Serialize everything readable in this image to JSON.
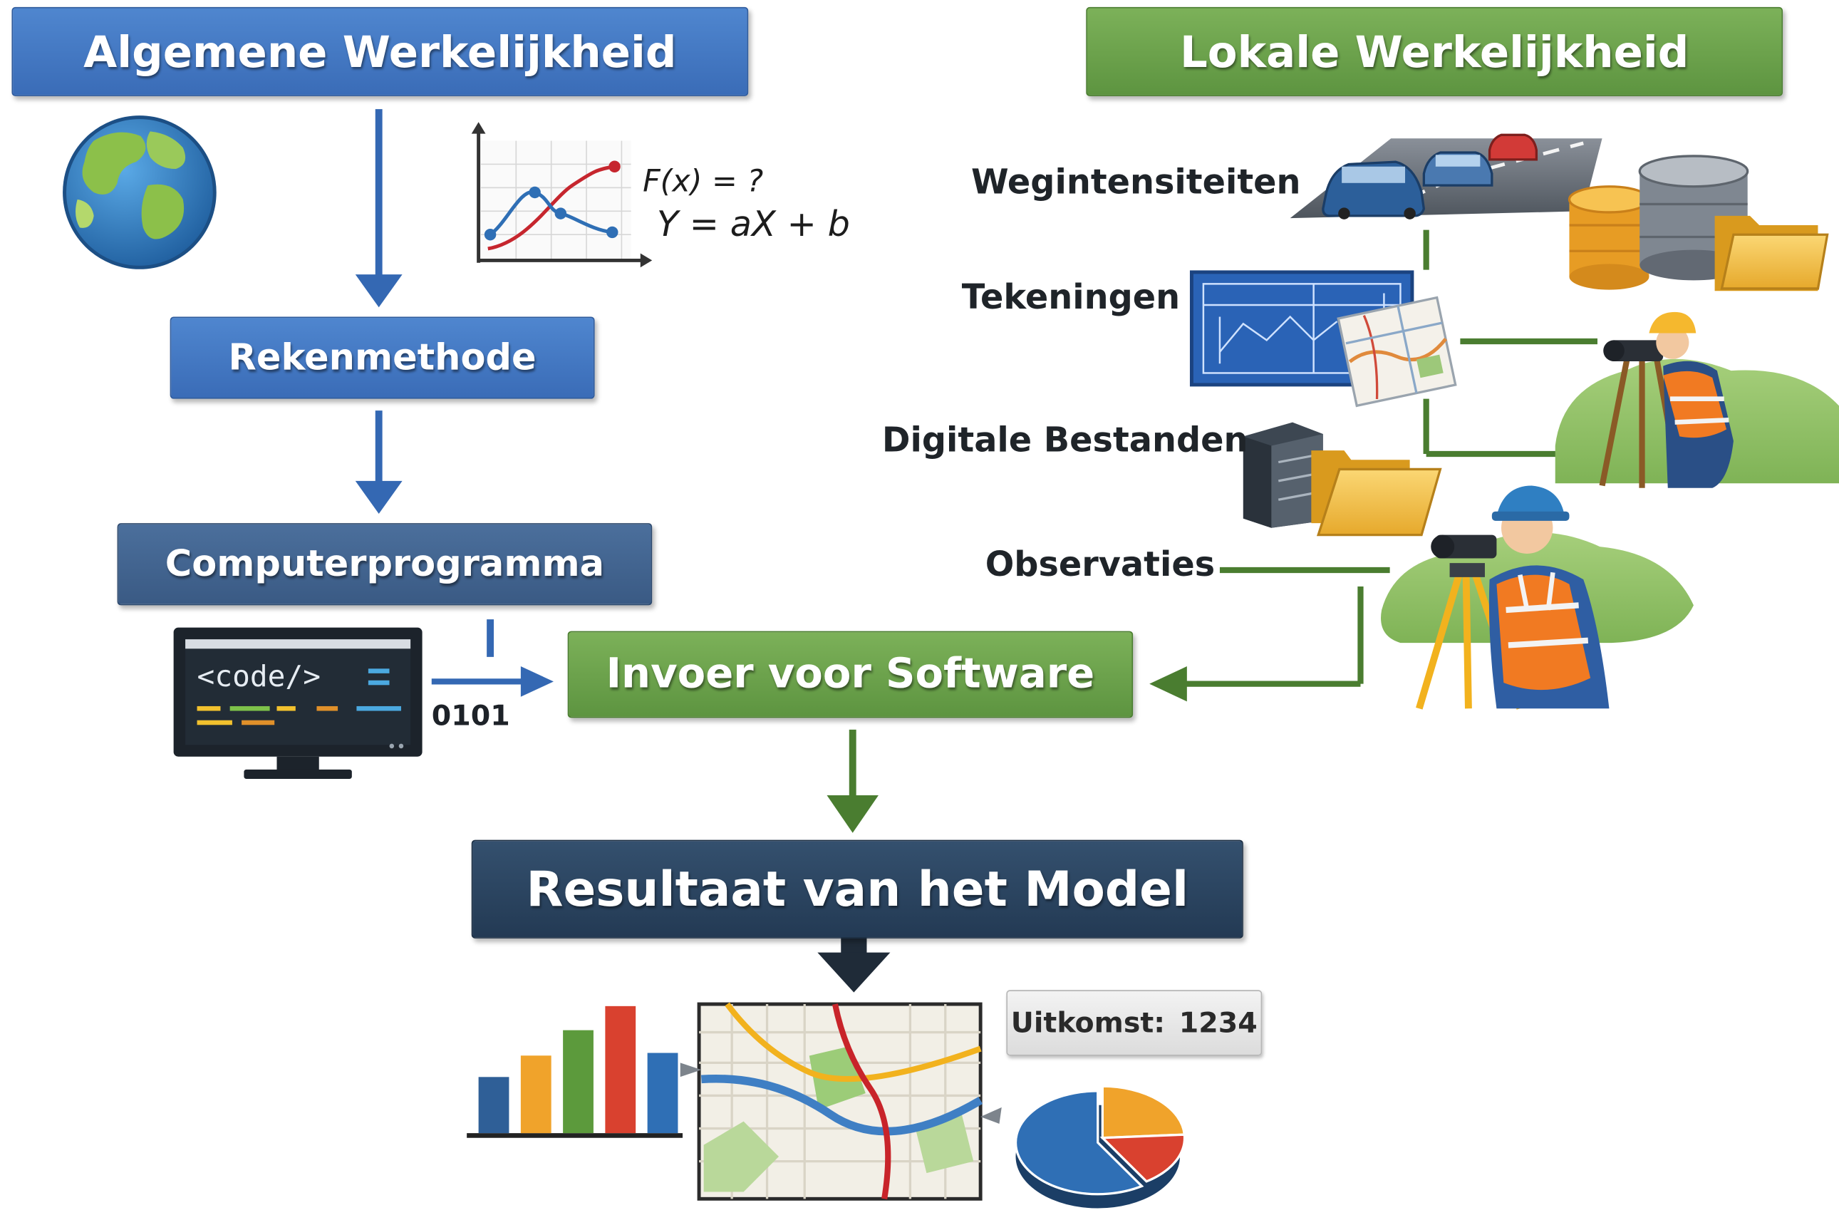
{
  "titles": {
    "general": "Algemene Werkelijkheid",
    "local": "Lokale Werkelijkheid"
  },
  "steps": {
    "method": "Rekenmethode",
    "program": "Computerprogramma",
    "input": "Invoer voor Software",
    "result": "Resultaat van het Model"
  },
  "formula": {
    "line1": "F(x) = ?",
    "line2": "Y = aX + b"
  },
  "code": {
    "tag": "<code/>",
    "binary": "0101"
  },
  "sources": {
    "traffic": "Wegintensiteiten",
    "drawings": "Tekeningen",
    "files": "Digitale Bestanden",
    "observations": "Observaties"
  },
  "outcome": {
    "label": "Uitkomst:",
    "value": "1234"
  },
  "colors": {
    "general_blue": "#3a6cb7",
    "program_blue": "#3a5a84",
    "local_green": "#5d9440",
    "result_navy": "#233a54",
    "connector_green": "#4a7d30"
  },
  "icons": {
    "globe": "globe-icon",
    "graph": "function-graph-icon",
    "monitor": "code-monitor-icon",
    "road": "road-traffic-icon",
    "database": "database-icon",
    "blueprint": "blueprint-icon",
    "surveyor": "surveyor-icon",
    "server": "server-folder-icon",
    "map": "map-icon",
    "bar_chart": "bar-chart-icon",
    "pie_chart": "pie-chart-icon"
  },
  "result_bars": [
    0.42,
    0.58,
    0.77,
    0.95,
    0.6
  ],
  "result_pie": [
    0.24,
    0.17,
    0.59
  ]
}
